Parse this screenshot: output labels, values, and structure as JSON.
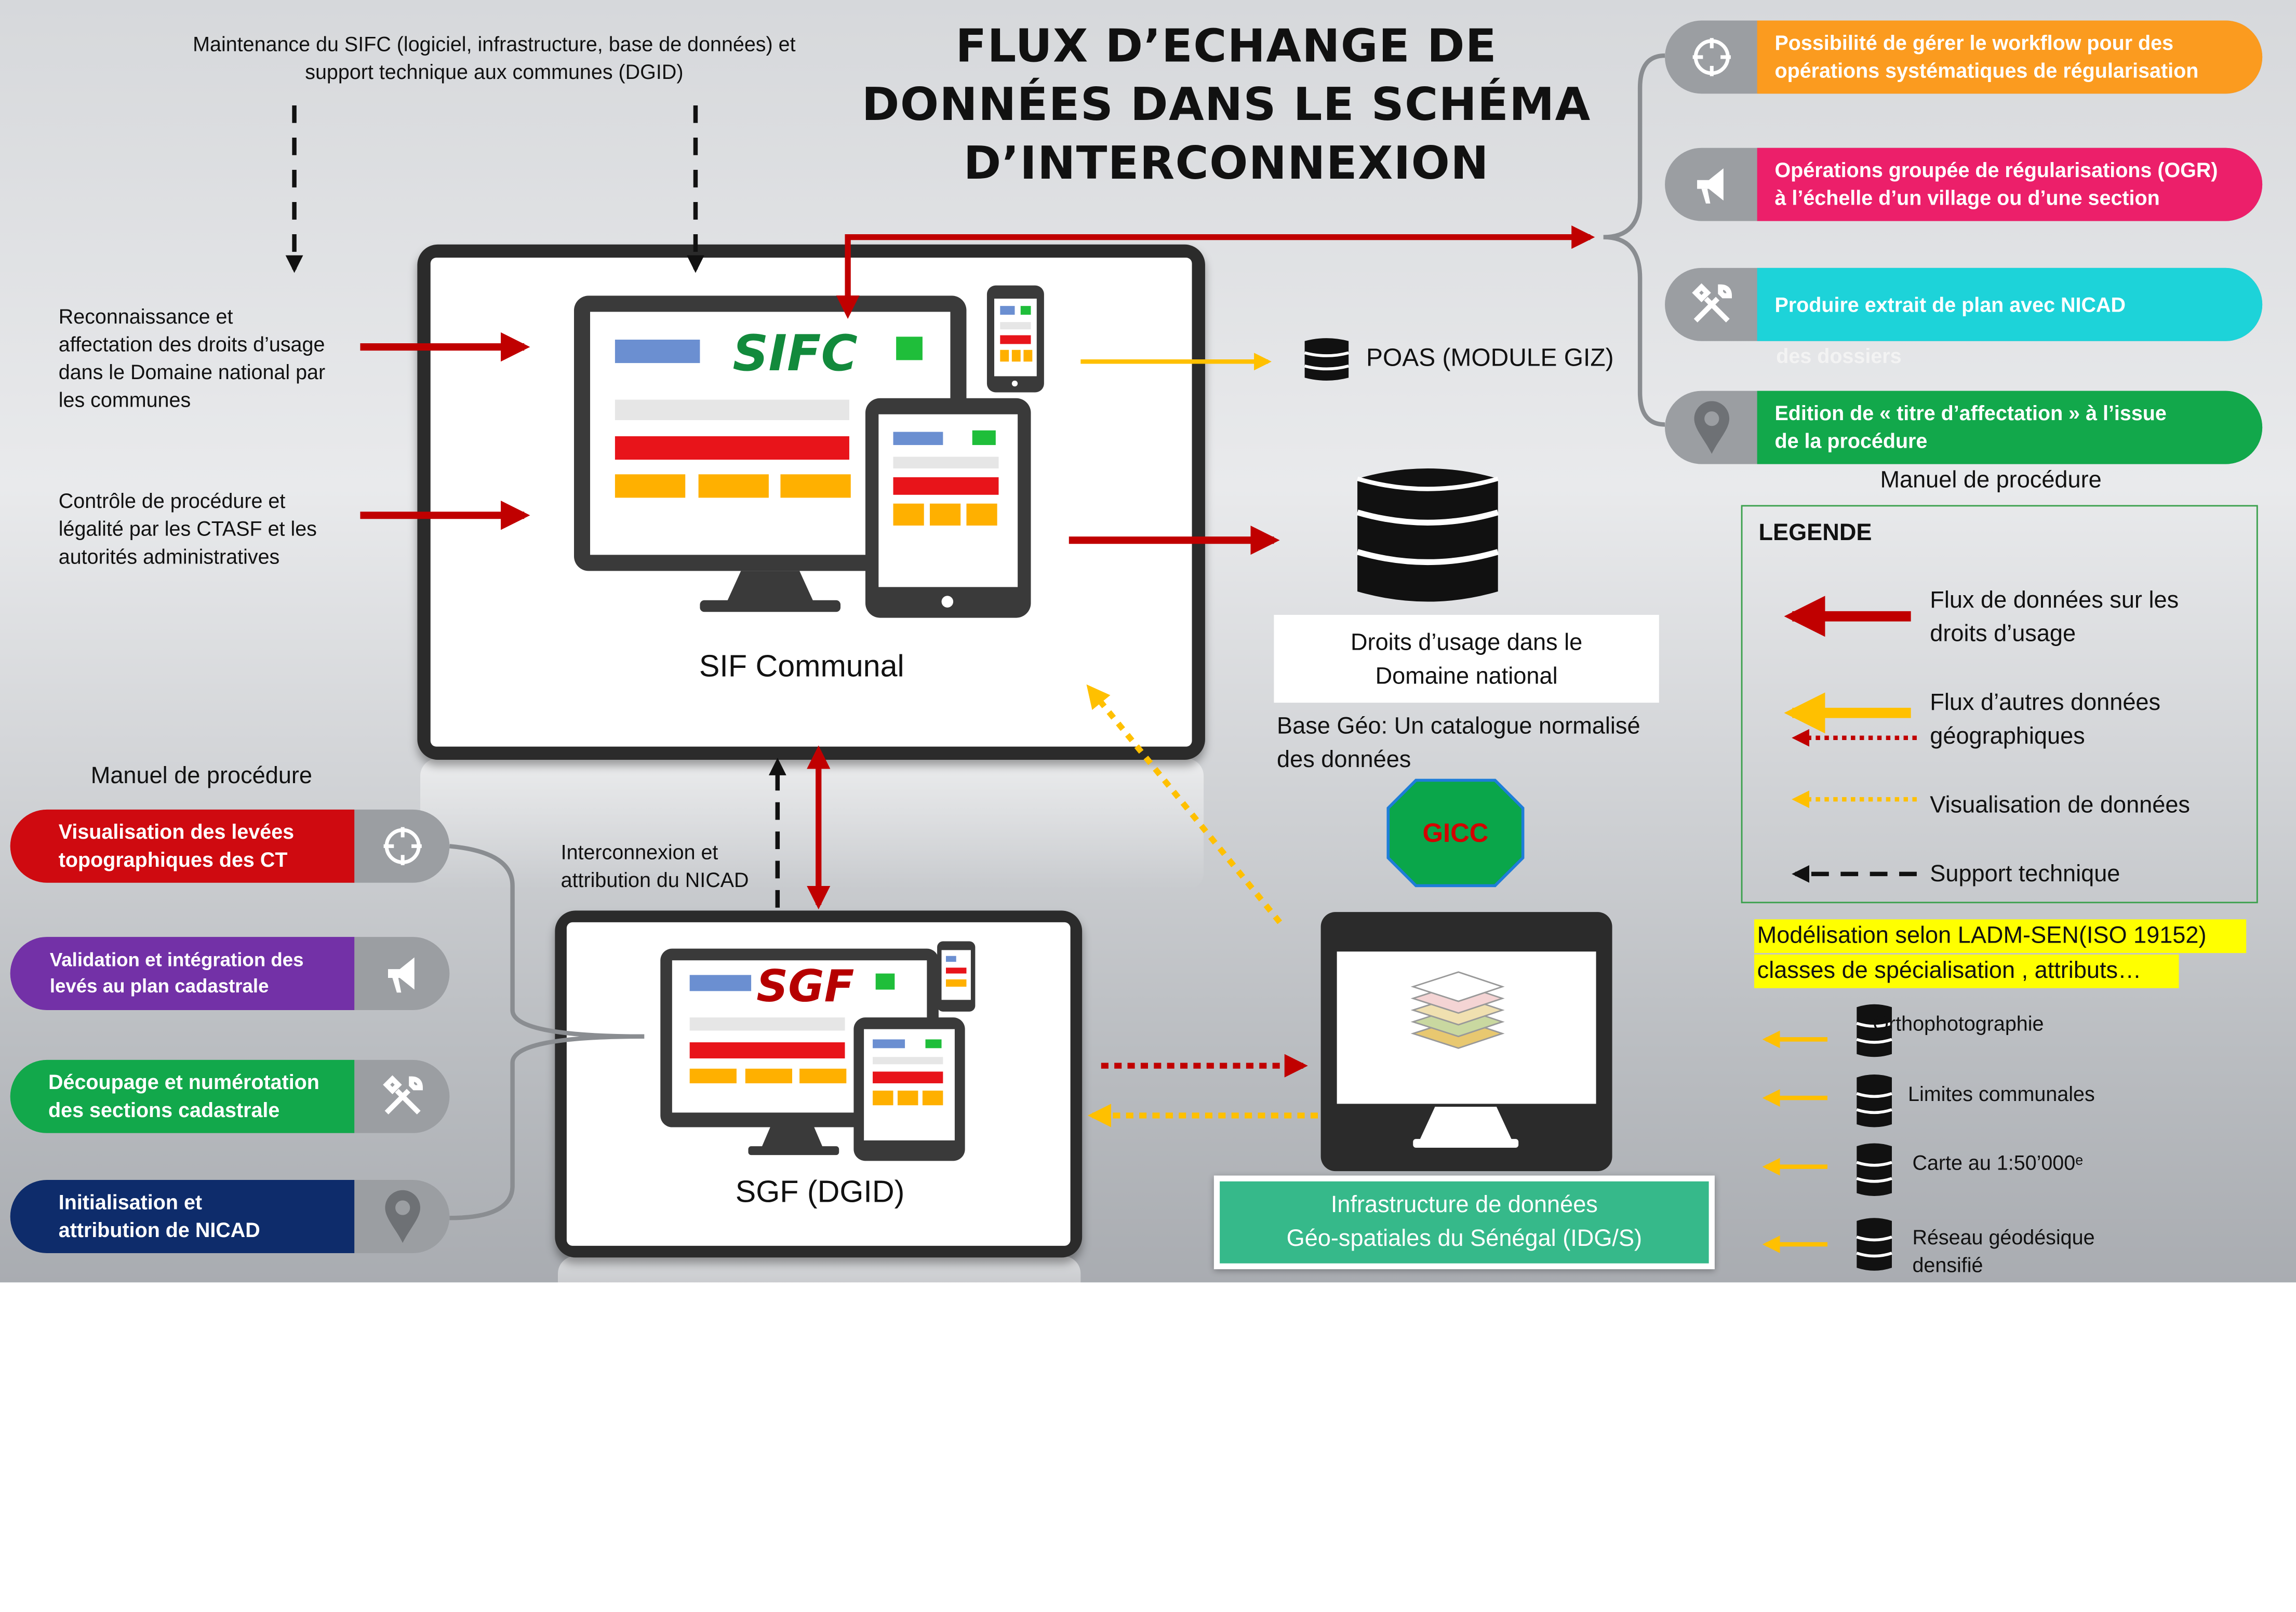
{
  "title": {
    "line1": "FLUX D’ECHANGE DE",
    "line2": "DONNÉES DANS LE SCHÉMA",
    "line3": "D’INTERCONNEXION"
  },
  "maintenance": {
    "line1": "Maintenance du SIFC (logiciel, infrastructure, base de données) et",
    "line2": "support technique aux communes (DGID)"
  },
  "inputs": [
    {
      "lines": [
        "Reconnaissance et",
        "affectation des droits d’usage",
        "dans le Domaine national par",
        "les communes"
      ]
    },
    {
      "lines": [
        "Contrôle de procédure et",
        "légalité par les CTASF et les",
        "autorités administratives"
      ]
    }
  ],
  "sifc": {
    "logo": "SIFC",
    "label": "SIF Communal"
  },
  "sgf": {
    "logo": "SGF",
    "label": "SGF (DGID)"
  },
  "poas": {
    "label": "POAS (MODULE GIZ)",
    "icon": "database-icon"
  },
  "droits_db": {
    "line1": "Droits d’usage dans le",
    "line2": "Domaine national"
  },
  "base_geo": {
    "line1": "Base Géo: Un catalogue normalisé",
    "line2": "des données"
  },
  "gicc": {
    "label": "GICC",
    "color": "#0aa64a"
  },
  "interconnexion": {
    "line1": "Interconnexion et",
    "line2": "attribution du NICAD"
  },
  "infra": {
    "line1": "Infrastructure de données",
    "line2": "Géo-spatiales du Sénégal (IDG/S)"
  },
  "right_pills": [
    {
      "lines": [
        "Possibilité de gérer le workflow pour des",
        "opérations systématiques de régularisation"
      ],
      "color": "#fb9b1f",
      "icon": "crosshair-icon"
    },
    {
      "lines": [
        "Opérations groupée de régularisations (OGR)",
        "à l’échelle d’un village ou d’une section"
      ],
      "color": "#ec1f6a",
      "icon": "megaphone-icon"
    },
    {
      "lines": [
        "Produire extrait de plan avec NICAD"
      ],
      "color": "#1dd3d9",
      "icon": "tools-icon"
    },
    {
      "lines": [
        "Edition de « titre d’affectation » à l’issue",
        "de la procédure"
      ],
      "color": "#12a84b",
      "icon": "map-pin-icon"
    }
  ],
  "faint_text": "des dossiers",
  "manuel_right": "Manuel de procédure",
  "manuel_left": "Manuel de procédure",
  "left_pills": [
    {
      "lines": [
        "Visualisation des levées",
        "topographiques des CT"
      ],
      "color": "#cf0a10",
      "icon": "crosshair-icon"
    },
    {
      "lines": [
        "Validation et intégration des",
        "levés au plan cadastrale"
      ],
      "color": "#7331a7",
      "icon": "megaphone-icon"
    },
    {
      "lines": [
        "Découpage et numérotation",
        "des sections cadastrale"
      ],
      "color": "#12a84b",
      "icon": "tools-icon"
    },
    {
      "lines": [
        "Initialisation et",
        "attribution de NICAD"
      ],
      "color": "#0e2c6b",
      "icon": "map-pin-icon"
    }
  ],
  "legend": {
    "title": "LEGENDE",
    "items": [
      {
        "lines": [
          "Flux de données sur les",
          "droits d’usage"
        ]
      },
      {
        "lines": [
          "Flux d’autres données",
          "géographiques"
        ]
      },
      {
        "lines": [
          "Visualisation de données"
        ]
      },
      {
        "lines": [
          "Support technique"
        ]
      }
    ]
  },
  "ladm": {
    "line1": "Modélisation selon LADM-SEN(ISO 19152)",
    "line2": "classes de spécialisation , attributs…"
  },
  "layers": [
    {
      "lines": [
        "Orthophotographie"
      ]
    },
    {
      "lines": [
        "Limites communales"
      ]
    },
    {
      "lines": [
        "Carte au 1:50’000ᵉ"
      ]
    },
    {
      "lines": [
        "Réseau géodésique",
        "densifié"
      ]
    }
  ],
  "colors": {
    "red": "#c00000",
    "orange": "#ffc000",
    "black": "#111111",
    "legend_border": "#3aa04c"
  }
}
